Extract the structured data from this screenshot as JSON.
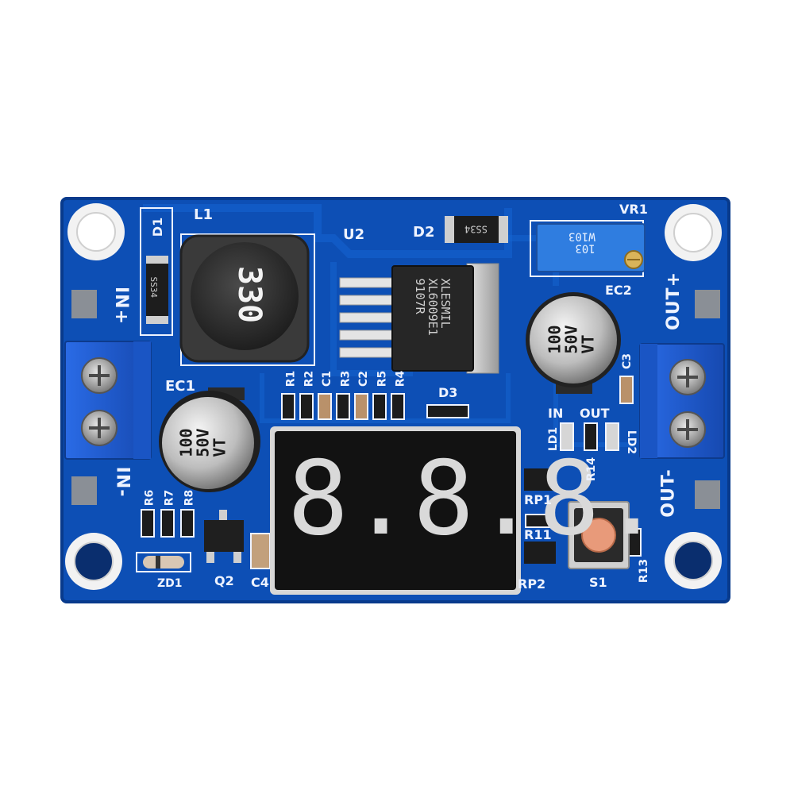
{
  "board": {
    "colors": {
      "pcb": "#0d4fb5",
      "pcb_dark": "#083a8c",
      "trace": "#1560c9",
      "silkscreen": "#eef3ff",
      "terminal": "#1e5fd6",
      "display_segment": "#d9d9d9",
      "button_cap": "#e89a7a",
      "trimmer": "#2f7de0"
    },
    "inductor": {
      "marking": "330"
    },
    "regulator": {
      "marking": "XLESMIL\nXL6009E1\n9107R"
    },
    "diode_d2": {
      "marking": "SS34"
    },
    "diode_d1": {
      "marking": "SS34"
    },
    "trimmer": {
      "marking": "103\nW103"
    },
    "cap_ec1": {
      "marking": "100\n50V\nVT"
    },
    "cap_ec2": {
      "marking": "100\n50V\nVT"
    },
    "display": {
      "digits": "8.8.8."
    },
    "labels": {
      "D1": "D1",
      "L1": "L1",
      "U2": "U2",
      "D2": "D2",
      "VR1": "VR1",
      "EC2": "EC2",
      "EC1": "EC1",
      "IN_PLUS": "IN+",
      "IN_MINUS": "IN-",
      "OUT_PLUS": "OUT+",
      "OUT_MINUS": "OUT-",
      "R1": "R1",
      "R2": "R2",
      "C1": "C1",
      "R3": "R3",
      "C2": "C2",
      "R5": "R5",
      "R4": "R4",
      "D3": "D3",
      "C3": "C3",
      "IN": "IN",
      "OUT": "OUT",
      "LD1": "LD1",
      "R14": "R14",
      "LD2": "LD2",
      "RP1": "RP1",
      "R11": "R11",
      "RP2": "RP2",
      "S1": "S1",
      "R13": "R13",
      "R6": "R6",
      "R7": "R7",
      "R8": "R8",
      "ZD1": "ZD1",
      "Q2": "Q2",
      "C4": "C4"
    }
  }
}
